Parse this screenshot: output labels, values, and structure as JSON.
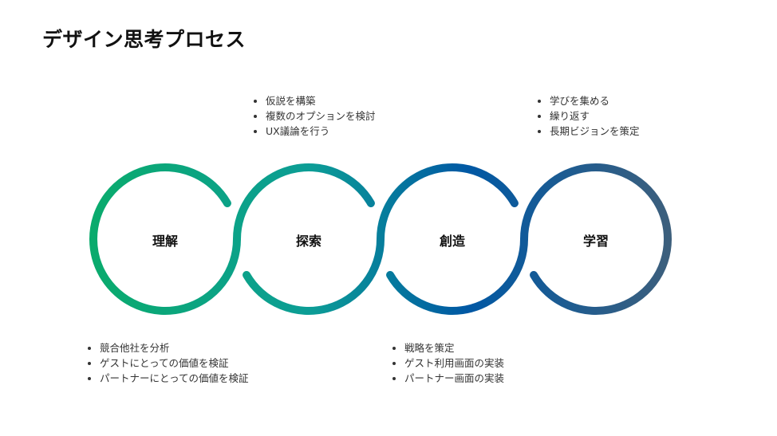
{
  "title": "デザイン思考プロセス",
  "colors": {
    "stage1": "#0aab6c",
    "stage2": "#0c9d96",
    "stage3": "#0058a4",
    "stage4": "#3d5f7c"
  },
  "stages": [
    {
      "label": "理解",
      "bullets": [
        "競合他社を分析",
        "ゲストにとっての価値を検証",
        "パートナーにとっての価値を検証"
      ]
    },
    {
      "label": "探索",
      "bullets": [
        "仮説を構築",
        "複数のオプションを検討",
        "UX議論を行う"
      ]
    },
    {
      "label": "創造",
      "bullets": [
        "戦略を策定",
        "ゲスト利用画面の実装",
        "パートナー画面の実装"
      ]
    },
    {
      "label": "学習",
      "bullets": [
        "学びを集める",
        "繰り返す",
        "長期ビジョンを策定"
      ]
    }
  ]
}
